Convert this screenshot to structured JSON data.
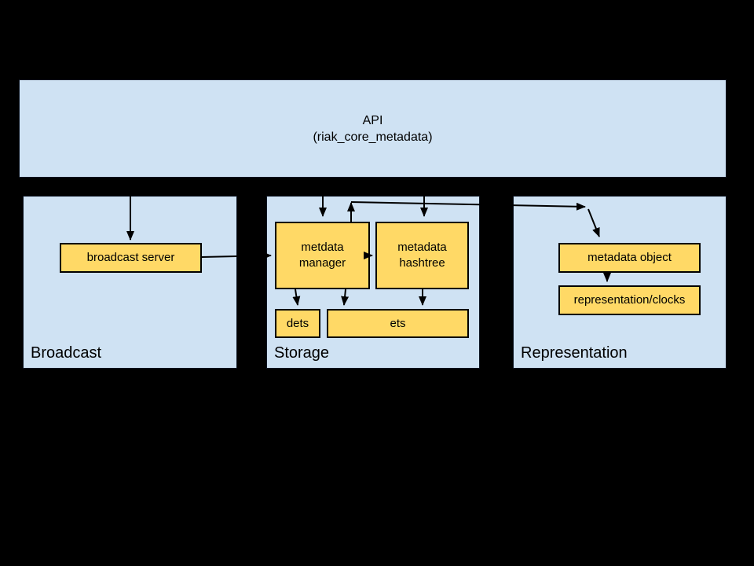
{
  "colors": {
    "background": "#000000",
    "panel_fill": "#cfe2f3",
    "panel_border": "#0d1522",
    "node_fill": "#ffd966",
    "node_border": "#000000",
    "arrow": "#000000",
    "text": "#000000"
  },
  "api_box": {
    "title": "API",
    "subtitle": "(riak_core_metadata)"
  },
  "panels": {
    "broadcast": {
      "label": "Broadcast"
    },
    "storage": {
      "label": "Storage"
    },
    "representation": {
      "label": "Representation"
    }
  },
  "nodes": {
    "broadcast_server": {
      "label": "broadcast server"
    },
    "metadata_manager": {
      "label": "metdata manager"
    },
    "metadata_hashtree": {
      "label": "metadata hashtree"
    },
    "dets": {
      "label": "dets"
    },
    "ets": {
      "label": "ets"
    },
    "metadata_object": {
      "label": "metadata object"
    },
    "representation_clocks": {
      "label": "representation/clocks"
    }
  },
  "edges": [
    {
      "from": "api",
      "to": "broadcast_server"
    },
    {
      "from": "api",
      "to": "metadata_manager"
    },
    {
      "from": "api",
      "to": "metadata_hashtree"
    },
    {
      "from": "metadata_manager",
      "to": "api"
    },
    {
      "from": "broadcast_server",
      "to": "metadata_manager"
    },
    {
      "from": "metadata_manager",
      "to": "metadata_hashtree"
    },
    {
      "from": "metadata_manager",
      "to": "dets"
    },
    {
      "from": "metadata_manager",
      "to": "ets"
    },
    {
      "from": "metadata_hashtree",
      "to": "ets"
    },
    {
      "from": "storage",
      "to": "metadata_object"
    },
    {
      "from": "metadata_object",
      "to": "representation_clocks"
    }
  ]
}
